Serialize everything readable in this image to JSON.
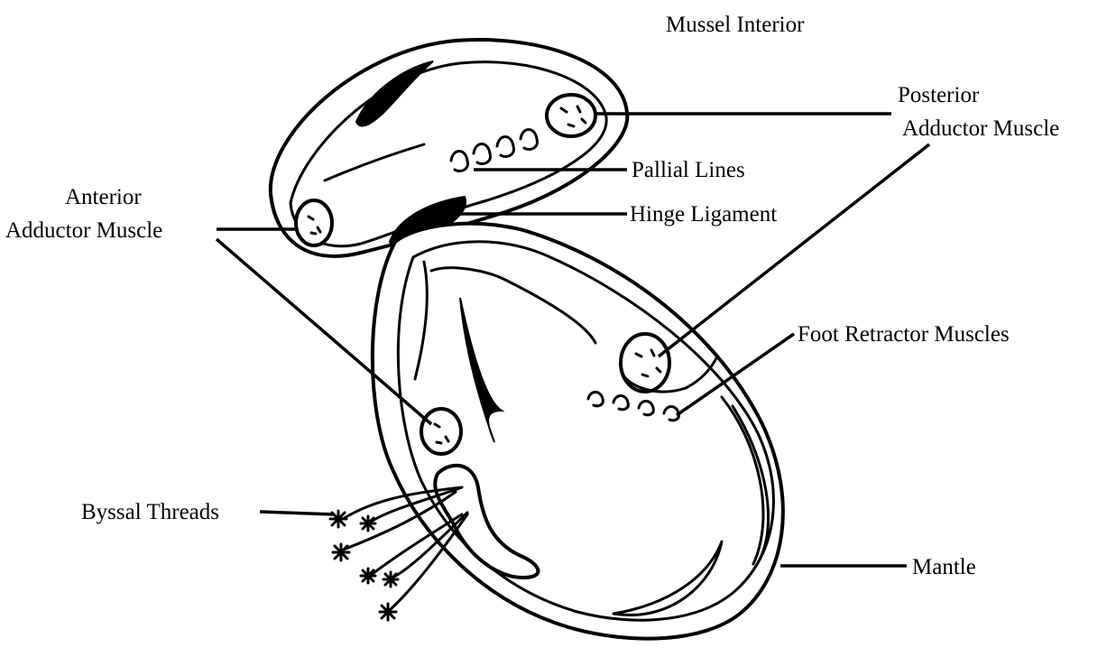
{
  "title": "Mussel Interior",
  "labels": {
    "posterior_adductor_line1": "Posterior",
    "posterior_adductor_line2": "Adductor Muscle",
    "pallial_lines": "Pallial Lines",
    "hinge_ligament": "Hinge Ligament",
    "anterior_adductor_line1": "Anterior",
    "anterior_adductor_line2": "Adductor Muscle",
    "foot_retractor_muscles": "Foot Retractor Muscles",
    "byssal_threads": "Byssal Threads",
    "mantle": "Mantle"
  },
  "colors": {
    "ink": "#000000",
    "background": "#ffffff"
  }
}
